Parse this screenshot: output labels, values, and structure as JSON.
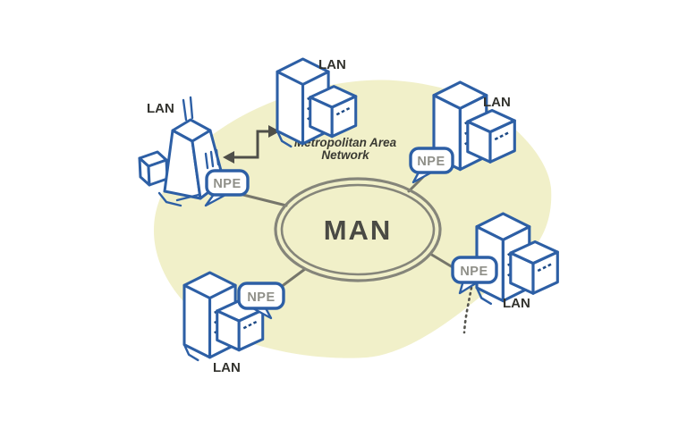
{
  "diagram": {
    "caption": {
      "line1": "Metropolitan Area",
      "line2": "Network"
    },
    "ring": {
      "label": "MAN"
    },
    "nodes": {
      "top_left_lan": {
        "label": "LAN",
        "icon": "office-building-icon"
      },
      "top_lan": {
        "label": "LAN",
        "icon": "server-pair-icon"
      },
      "right_lan": {
        "label": "LAN",
        "icon": "server-pair-icon"
      },
      "bottom_left_lan": {
        "label": "LAN",
        "icon": "server-pair-icon"
      },
      "bottom_right_lan": {
        "label": "LAN",
        "icon": "server-pair-icon"
      }
    },
    "edge_devices": {
      "left": {
        "label": "NPE"
      },
      "top_right": {
        "label": "NPE"
      },
      "bottom_left": {
        "label": "NPE"
      },
      "bottom_right": {
        "label": "NPE"
      }
    },
    "colors": {
      "background": "#ffffff",
      "cloud_fill": "#f1f0c9",
      "device_outline": "#2d5fa5",
      "ring_stroke": "#85857a",
      "connector": "#76766b",
      "arrow": "#4f4f49",
      "lan_label_text": "#33332e",
      "man_label_text": "#4a4a44",
      "npe_label_text": "#8f8f88"
    }
  }
}
